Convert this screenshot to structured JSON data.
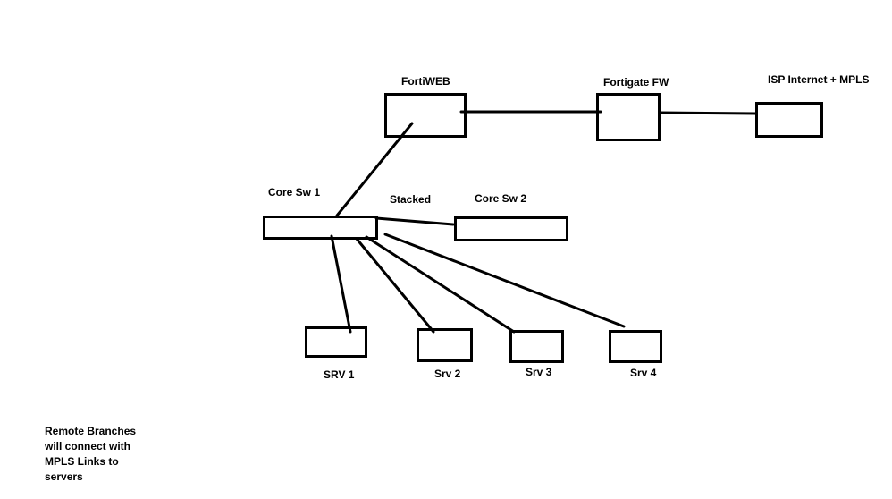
{
  "nodes": {
    "fortiweb": {
      "label": "FortiWEB"
    },
    "fortigate": {
      "label": "Fortigate FW"
    },
    "isp": {
      "label": "ISP Internet + MPLS"
    },
    "core_sw_1": {
      "label": "Core Sw 1"
    },
    "core_sw_2": {
      "label": "Core Sw 2"
    },
    "srv1": {
      "label": "SRV 1"
    },
    "srv2": {
      "label": "Srv 2"
    },
    "srv3": {
      "label": "Srv 3"
    },
    "srv4": {
      "label": "Srv 4"
    }
  },
  "stack_label": "Stacked",
  "note_lines": [
    "Remote Branches",
    "will connect with",
    "MPLS Links to",
    "servers"
  ],
  "colors": {
    "line": "#000000",
    "background": "#ffffff"
  }
}
